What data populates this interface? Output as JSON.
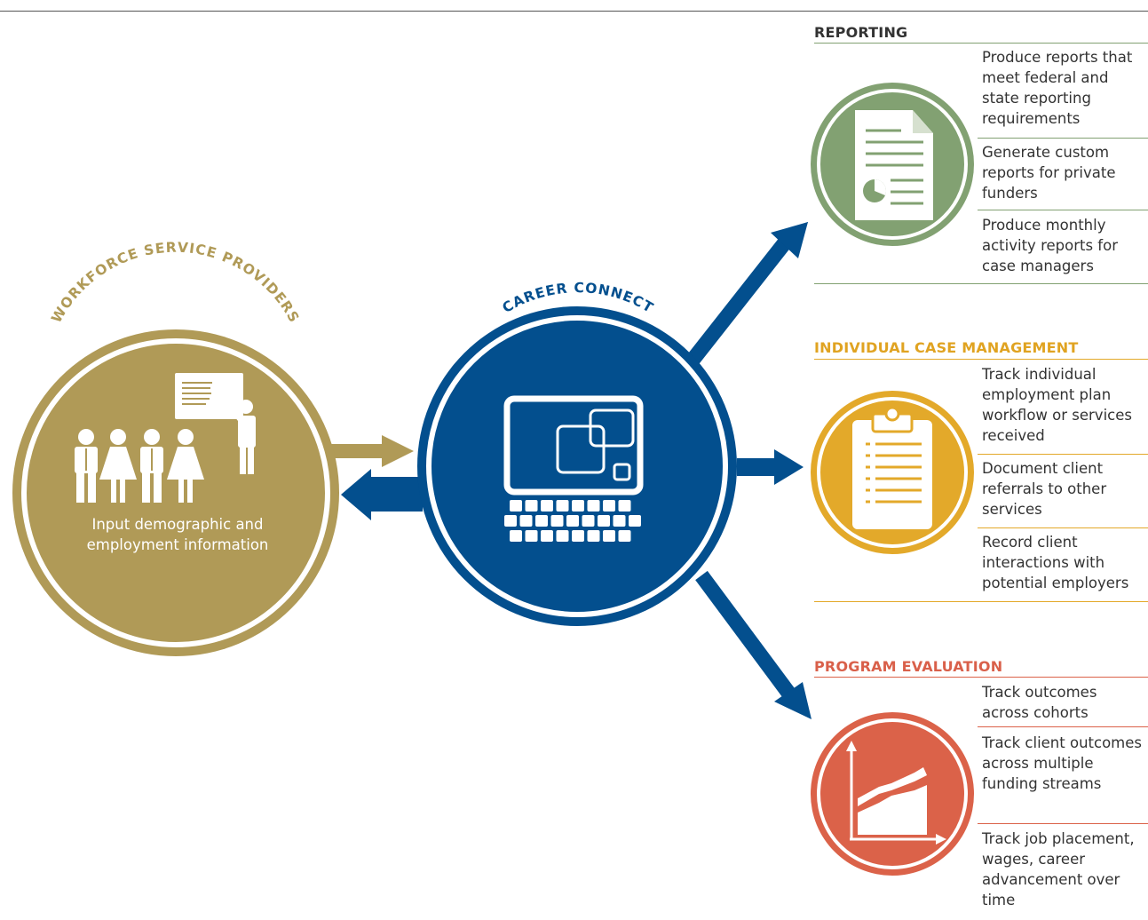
{
  "colors": {
    "gold": "#b09a57",
    "blue": "#034f8e",
    "green": "#82a172",
    "yellow": "#e3a92a",
    "red": "#db6249",
    "title_green": "#7a9c66",
    "title_yellow": "#e0a321",
    "title_red": "#d9604a"
  },
  "left": {
    "arc_label": "WORKFORCE SERVICE PROVIDERS",
    "caption": "Input demographic and employment information",
    "icon": "people-presentation-icon"
  },
  "center": {
    "arc_label": "CAREER CONNECT",
    "icon": "computer-terminal-icon"
  },
  "sections": [
    {
      "title": "REPORTING",
      "icon": "report-document-icon",
      "items": [
        "Produce reports that meet federal and state reporting requirements",
        "Generate custom reports for private funders",
        "Produce monthly activity reports for case managers"
      ]
    },
    {
      "title": "INDIVIDUAL CASE MANAGEMENT",
      "icon": "clipboard-icon",
      "items": [
        "Track individual employment plan workflow or services received",
        "Document client referrals to other services",
        "Record client interactions with potential employers"
      ]
    },
    {
      "title": "PROGRAM EVALUATION",
      "icon": "growth-chart-icon",
      "items": [
        "Track outcomes across cohorts",
        "Track client outcomes across multiple funding streams",
        "Track job placement, wages, career advancement over time"
      ]
    }
  ]
}
